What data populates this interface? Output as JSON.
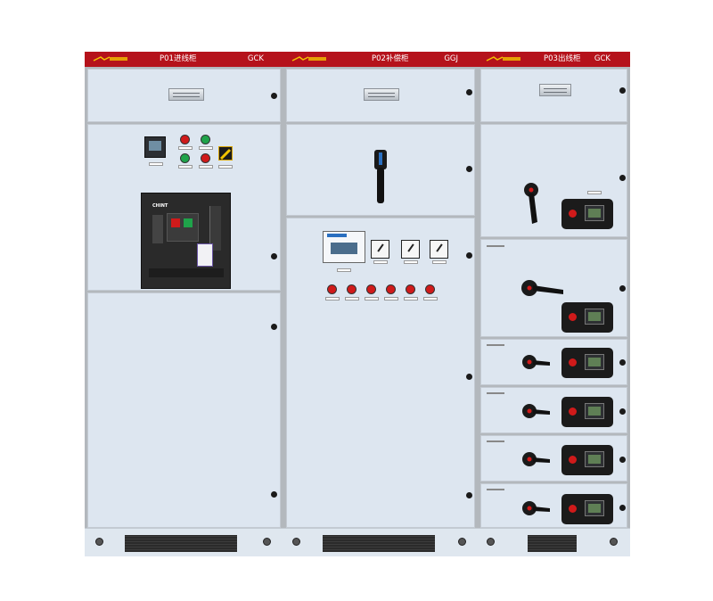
{
  "panels": [
    {
      "title": "P01进线柜",
      "code": "GCK"
    },
    {
      "title": "P02补偿柜",
      "code": "GGJ"
    },
    {
      "title": "P03出线柜",
      "code": "GCK"
    }
  ],
  "breaker_brand": "CHINT",
  "colors": {
    "header": "#b5121b",
    "door": "#dde6f0",
    "frame": "#b3b8bd",
    "lamp_red": "#d01a1a",
    "lamp_green": "#1fa34a"
  },
  "icons": {
    "door_knob": "door-knob-icon",
    "screw": "screw-icon",
    "lamp": "indicator-lamp-icon",
    "handle": "rotary-handle-icon"
  }
}
